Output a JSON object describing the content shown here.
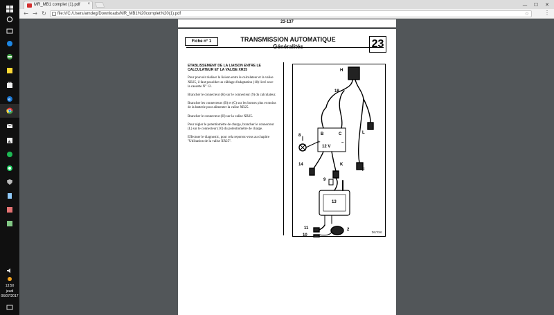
{
  "taskbar": {
    "clock_time": "13:50",
    "clock_day": "jeudi",
    "clock_date": "06/07/2017"
  },
  "browser": {
    "tab_title": "MR_MB1 complet (1).pdf",
    "tab_close": "×",
    "address": "file:///C:/Users/amdeg/Downloads/MR_MB1%20complet%20(1).pdf",
    "controls": {
      "minimize": "—",
      "maximize": "☐",
      "close": "✕"
    },
    "nav": {
      "back": "←",
      "forward": "→",
      "reload": "↻"
    }
  },
  "pdf": {
    "prev_page_number": "23-137",
    "fiche_label": "Fiche n° 1",
    "title": "TRANSMISSION AUTOMATIQUE",
    "subtitle": "Généralités",
    "section_number": "23",
    "heading": "ETABLISSEMENT DE LA LIAISON ENTRE LE CALCULATEUR ET LA VALISE XR25",
    "paragraphs": [
      "Pour pouvoir réaliser la liaison entre le calculateur et la valise XR25, il faut posséder un câblage d'adaptation (18) livré avec la cassette N° 12.",
      "Brancher le connecteur (K) sur le connecteur (9) du calculateur.",
      "Brancher les connecteurs (B) et (C) sur les bornes plus et moins de la batterie pour alimenter la valise XR25.",
      "Brancher le connecteur (H) sur la valise XR25.",
      "Pour régler le potentiomètre de charge, brancher le connecteur (L) sur le connecteur (10) du potentiomètre de charge.",
      "Effectuer le diagnostic, pour cela reportez-vous au chapitre \"Utilisation de la valise XR25\"."
    ],
    "figure": {
      "labels": {
        "H": "H",
        "n18": "18",
        "B": "B",
        "C": "C",
        "L": "L",
        "n8": "8",
        "v12": "12 V",
        "F": "F",
        "n14": "14",
        "K": "K",
        "n9": "9",
        "n13": "13",
        "n11": "11",
        "n2": "2",
        "n10": "10",
        "plus": "+",
        "minus": "–"
      },
      "reference": "DG7001"
    }
  }
}
